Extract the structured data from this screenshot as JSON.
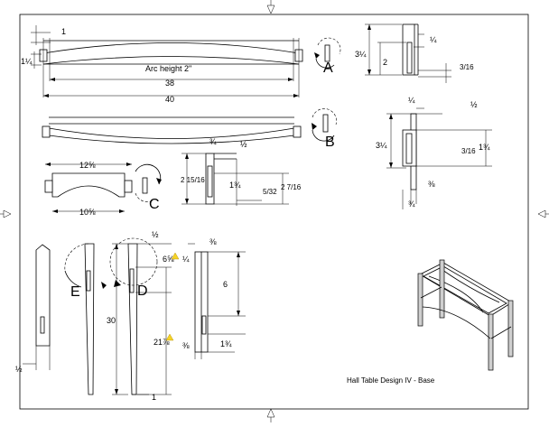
{
  "sheet": {
    "title_block": "Hall Table Design IV - Base",
    "arc_note": "Arc height 2\""
  },
  "views": {
    "labels": [
      "A",
      "B",
      "C",
      "D",
      "E"
    ]
  },
  "dimensions": {
    "stretcher": {
      "one": "1",
      "one_quarter": "1¼",
      "length_38": "38",
      "length_40": "40"
    },
    "apron_short": {
      "top": "12⅝",
      "bottom": "10⅝"
    },
    "section_a": {
      "left": "3¼",
      "inner": "2",
      "top": "¼",
      "right": "3/16"
    },
    "section_b": {
      "top1": "¾",
      "top2": "½",
      "left": "2 15/16",
      "mid": "1¾",
      "slot": "5/32",
      "right": "2 7/16"
    },
    "section_c": {
      "top1": "¼",
      "top2": "½",
      "left": "3¼",
      "mid": "3/16",
      "right": "1¾",
      "bottom1": "⅜",
      "bottom2": "¾"
    },
    "legs": {
      "half_a": "½",
      "half_b": "½",
      "three_eighths_a": "⅜",
      "six_five_eighths": "6⅝",
      "quarter": "¼",
      "six": "6",
      "thirty": "30",
      "twentyone": "21⅞",
      "one_three_quarter": "1¾",
      "three_eighths_b": "⅜",
      "one": "1"
    }
  }
}
